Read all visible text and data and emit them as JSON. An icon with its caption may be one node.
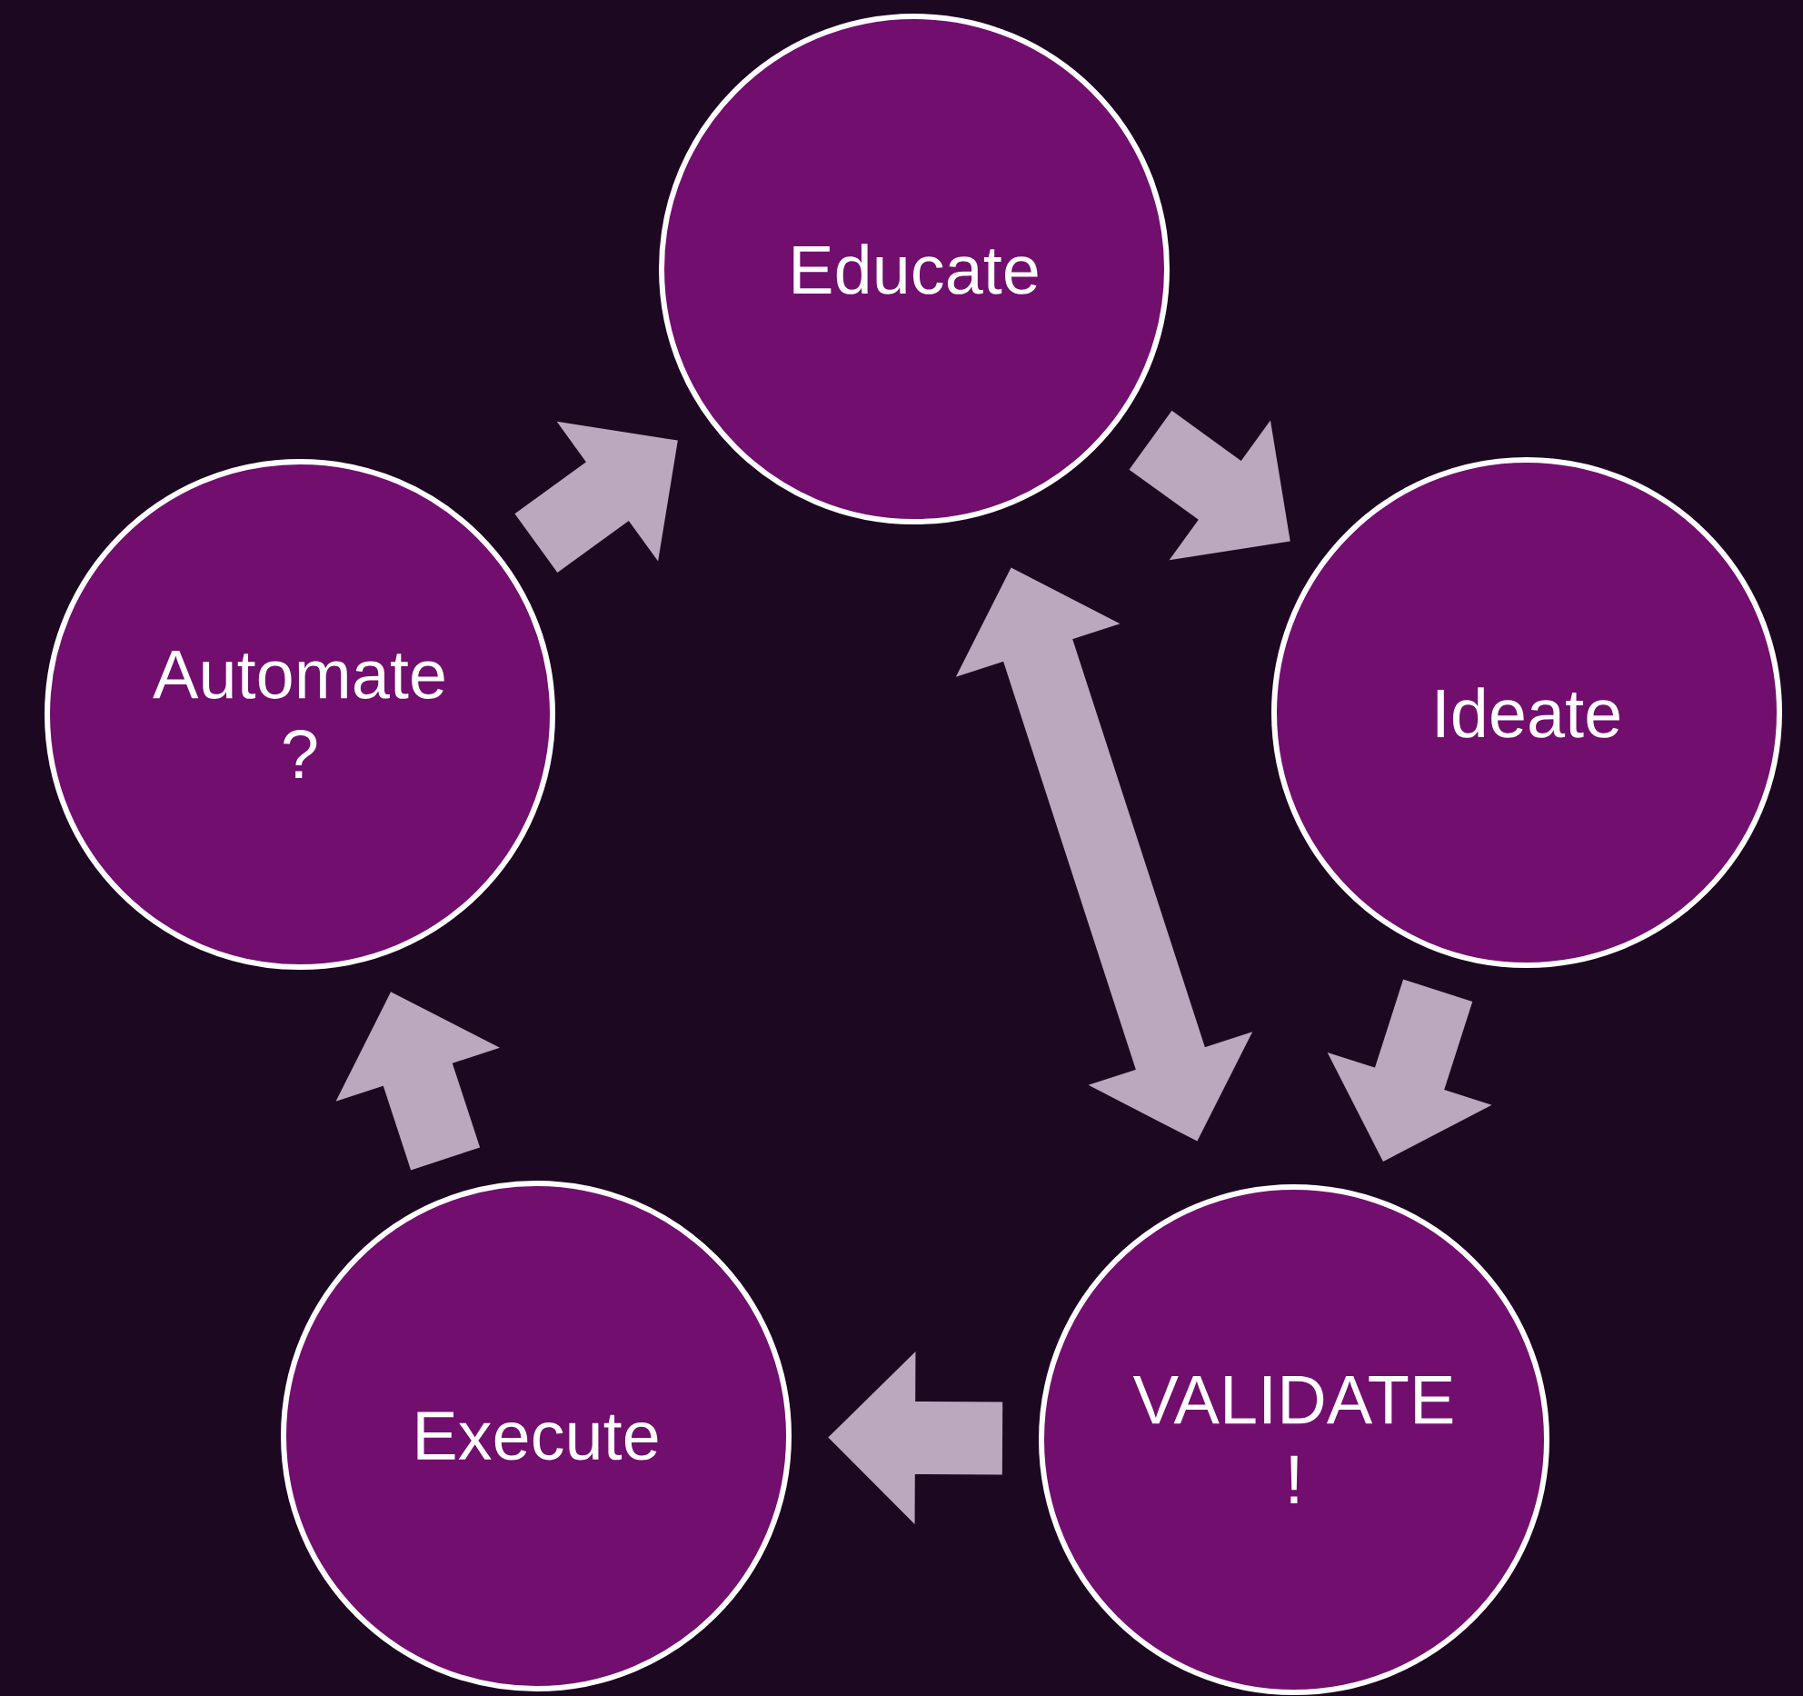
{
  "diagram": {
    "nodes": [
      {
        "text": [
          "Educate"
        ]
      },
      {
        "text": [
          "Ideate"
        ]
      },
      {
        "text": [
          "VALIDATE !"
        ]
      },
      {
        "text": [
          "Execute"
        ]
      },
      {
        "text": [
          "Automate ?"
        ]
      }
    ],
    "edges": [
      {
        "from": 0,
        "to": 1,
        "arrow": "to"
      },
      {
        "from": 1,
        "to": 2,
        "arrow": "to"
      },
      {
        "from": 2,
        "to": 3,
        "arrow": "to"
      },
      {
        "from": 3,
        "to": 4,
        "arrow": "to"
      },
      {
        "from": 4,
        "to": 0,
        "arrow": "to"
      },
      {
        "from": 0,
        "to": 2,
        "arrow": "both"
      }
    ]
  }
}
